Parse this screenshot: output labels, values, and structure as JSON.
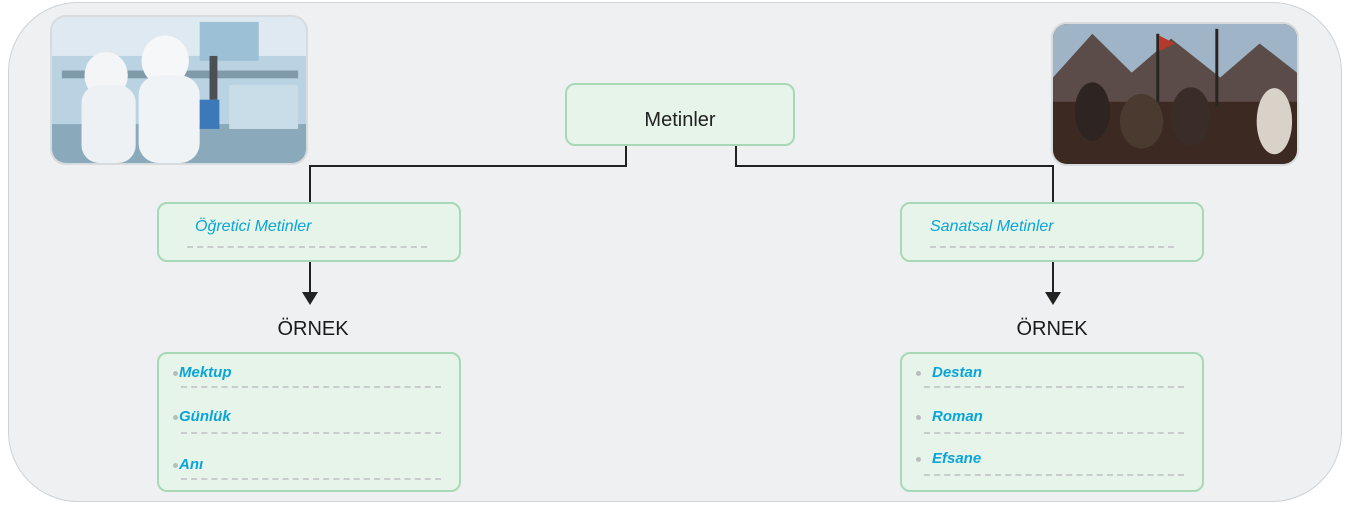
{
  "root": {
    "label": "Metinler"
  },
  "left": {
    "category": "Öğretici Metinler",
    "example_heading": "ÖRNEK",
    "items": [
      "Mektup",
      "Günlük",
      "Anı"
    ],
    "image": "laboratory-scientists-photo"
  },
  "right": {
    "category": "Sanatsal Metinler",
    "example_heading": "ÖRNEK",
    "items": [
      "Destan",
      "Roman",
      "Efsane"
    ],
    "image": "epic-warriors-painting"
  },
  "colors": {
    "box_fill": "#e6f4ea",
    "box_border": "#a8d8b6",
    "accent_text": "#0aa5d8",
    "frame_fill": "#eef0f1"
  }
}
